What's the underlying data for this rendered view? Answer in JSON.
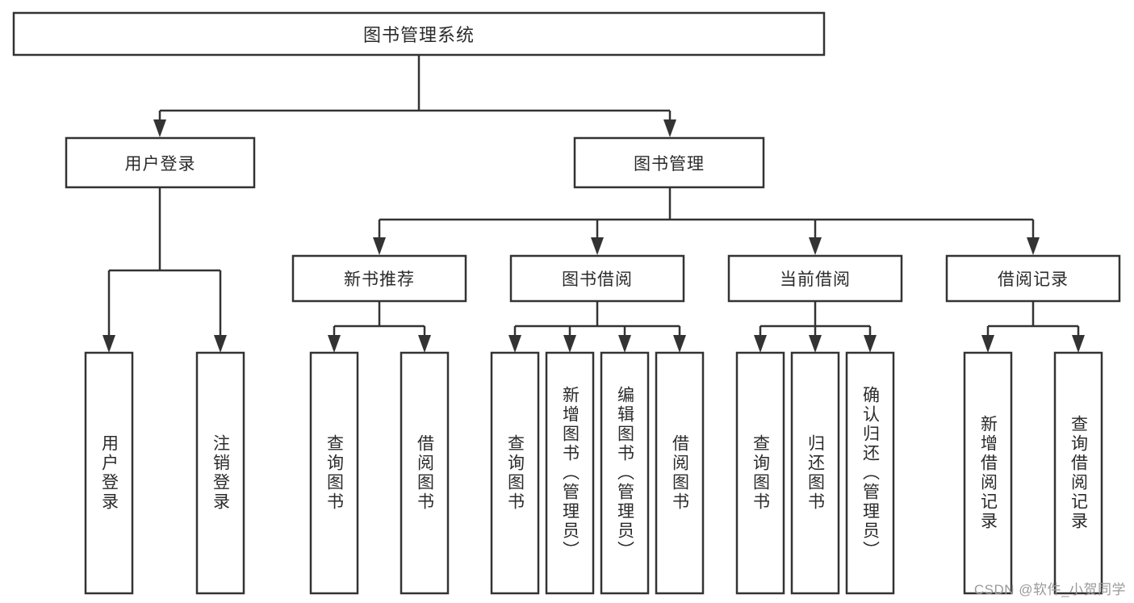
{
  "diagram": {
    "title": "图书管理系统",
    "type": "hierarchy-tree",
    "watermark": "CSDN @软件_小贺同学",
    "colors": {
      "stroke": "#333333",
      "box_fill": "#ffffff",
      "text": "#2b2b2b",
      "background": "#ffffff",
      "watermark": "#9a9a9a"
    },
    "levels": {
      "root": {
        "label": "图书管理系统"
      },
      "level2": [
        {
          "label": "用户登录"
        },
        {
          "label": "图书管理"
        }
      ],
      "level3": [
        {
          "label": "新书推荐"
        },
        {
          "label": "图书借阅"
        },
        {
          "label": "当前借阅"
        },
        {
          "label": "借阅记录"
        }
      ],
      "leaves": {
        "user_login": [
          {
            "label": "用户登录"
          },
          {
            "label": "注销登录"
          }
        ],
        "new_book_recommend": [
          {
            "label": "查询图书"
          },
          {
            "label": "借阅图书"
          }
        ],
        "book_borrow": [
          {
            "label": "查询图书"
          },
          {
            "label": "新增图书（管理员）"
          },
          {
            "label": "编辑图书（管理员）"
          },
          {
            "label": "借阅图书"
          }
        ],
        "current_borrow": [
          {
            "label": "查询图书"
          },
          {
            "label": "归还图书"
          },
          {
            "label": "确认归还（管理员）"
          }
        ],
        "borrow_record": [
          {
            "label": "新增借阅记录"
          },
          {
            "label": "查询借阅记录"
          }
        ]
      }
    }
  }
}
